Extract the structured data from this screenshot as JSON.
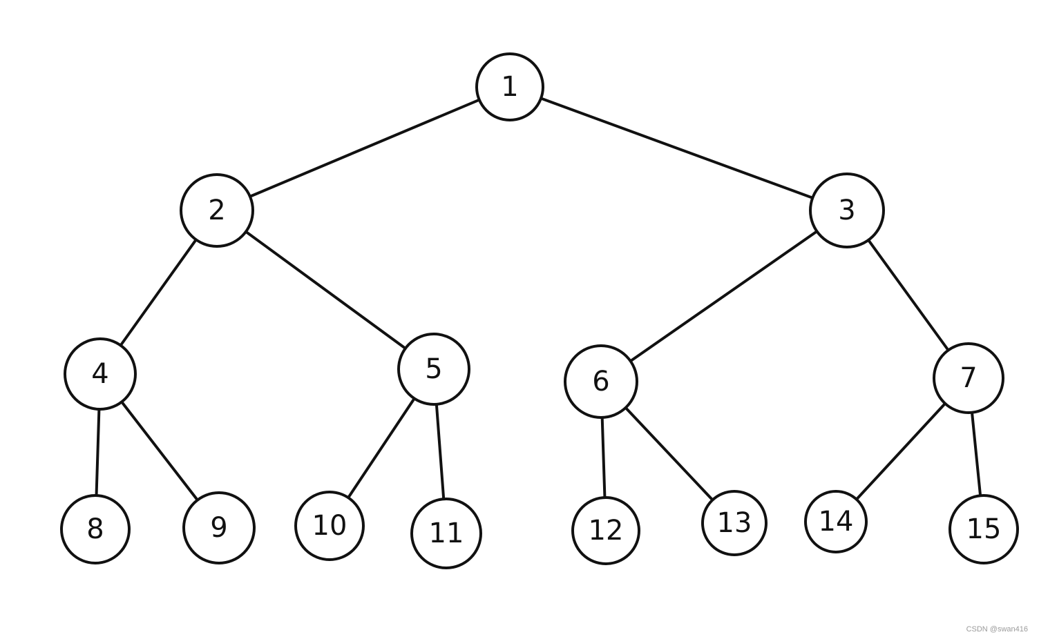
{
  "diagram": {
    "type": "binary-tree",
    "nodes": [
      {
        "id": "1",
        "label": "1"
      },
      {
        "id": "2",
        "label": "2"
      },
      {
        "id": "3",
        "label": "3"
      },
      {
        "id": "4",
        "label": "4"
      },
      {
        "id": "5",
        "label": "5"
      },
      {
        "id": "6",
        "label": "6"
      },
      {
        "id": "7",
        "label": "7"
      },
      {
        "id": "8",
        "label": "8"
      },
      {
        "id": "9",
        "label": "9"
      },
      {
        "id": "10",
        "label": "10"
      },
      {
        "id": "11",
        "label": "11"
      },
      {
        "id": "12",
        "label": "12"
      },
      {
        "id": "13",
        "label": "13"
      },
      {
        "id": "14",
        "label": "14"
      },
      {
        "id": "15",
        "label": "15"
      }
    ],
    "edges": [
      {
        "from": "1",
        "to": "2"
      },
      {
        "from": "1",
        "to": "3"
      },
      {
        "from": "2",
        "to": "4"
      },
      {
        "from": "2",
        "to": "5"
      },
      {
        "from": "3",
        "to": "6"
      },
      {
        "from": "3",
        "to": "7"
      },
      {
        "from": "4",
        "to": "8"
      },
      {
        "from": "4",
        "to": "9"
      },
      {
        "from": "5",
        "to": "10"
      },
      {
        "from": "5",
        "to": "11"
      },
      {
        "from": "6",
        "to": "12"
      },
      {
        "from": "6",
        "to": "13"
      },
      {
        "from": "7",
        "to": "14"
      },
      {
        "from": "7",
        "to": "15"
      }
    ]
  },
  "watermark": "CSDN @swan416"
}
